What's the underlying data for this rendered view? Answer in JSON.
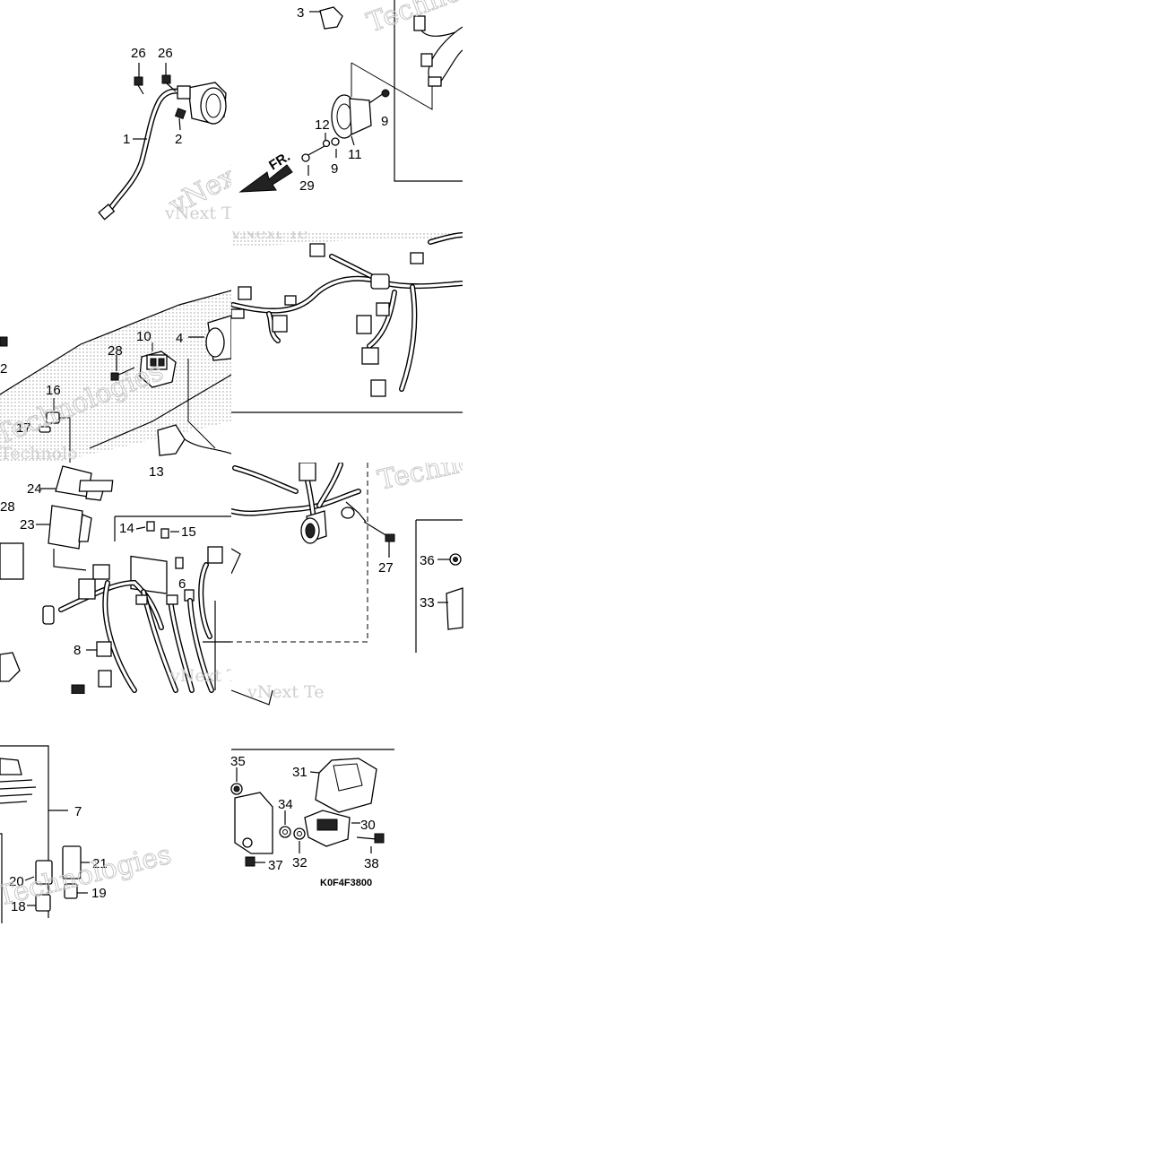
{
  "diagram_code": "K0F4F3800",
  "watermarks": [
    "Techno",
    "vNext Tec",
    "vNext Technologies",
    "Technologies",
    "Technolo",
    "vNext Te",
    "Technologies"
  ],
  "callouts": {
    "c1": "1",
    "c2a": "2",
    "c2b": "2",
    "c3": "3",
    "c4": "4",
    "c6": "6",
    "c7": "7",
    "c8": "8",
    "c9a": "9",
    "c9b": "9",
    "c10": "10",
    "c11": "11",
    "c12": "12",
    "c13": "13",
    "c14": "14",
    "c15": "15",
    "c16": "16",
    "c17": "17",
    "c18": "18",
    "c19": "19",
    "c20": "20",
    "c21": "21",
    "c23": "23",
    "c24": "24",
    "c26a": "26",
    "c26b": "26",
    "c27": "27",
    "c28a": "28",
    "c28b": "28",
    "c29": "29",
    "c30": "30",
    "c31": "31",
    "c32": "32",
    "c33": "33",
    "c34": "34",
    "c35": "35",
    "c36": "36",
    "c37": "37",
    "c38": "38"
  },
  "fr_arrow": "FR."
}
